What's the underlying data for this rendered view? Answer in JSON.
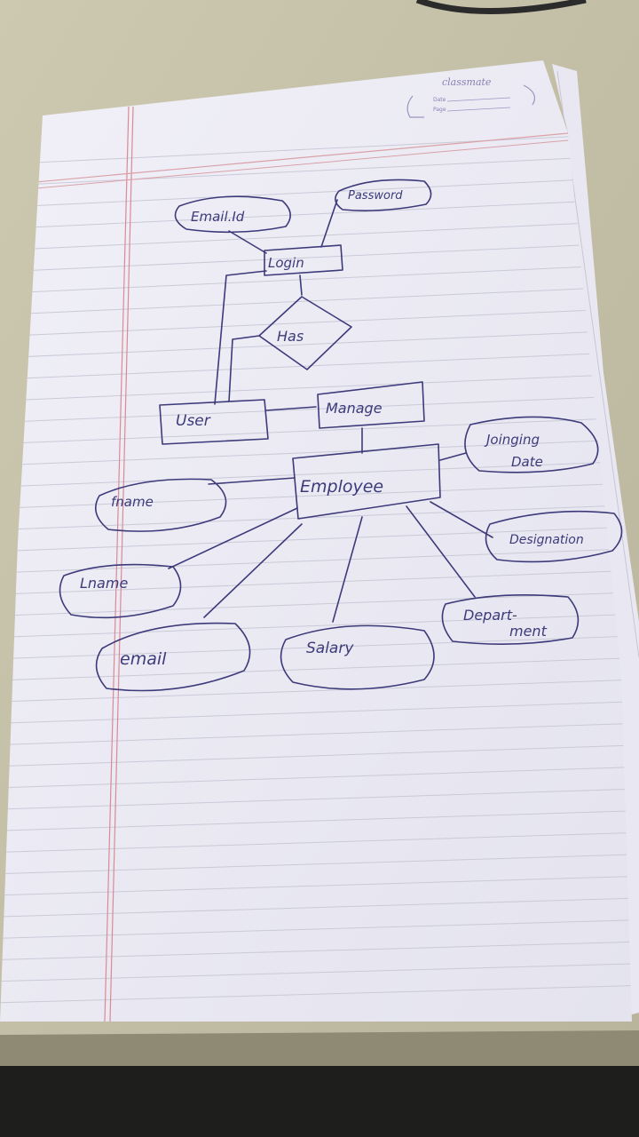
{
  "brand": {
    "logo_text": "classmate",
    "date_label": "Date",
    "page_label": "Page"
  },
  "diagram": {
    "entities": {
      "login": "Login",
      "user": "User",
      "manage": "Manage",
      "employee": "Employee"
    },
    "relationships": {
      "has": "Has"
    },
    "attributes": {
      "email_id": "Email.Id",
      "password": "Password",
      "joining_date_line1": "Joinging",
      "joining_date_line2": "Date",
      "fname": "fname",
      "lname": "Lname",
      "designation": "Designation",
      "department_line1": "Depart-",
      "department_line2": "ment",
      "email": "email",
      "salary": "Salary"
    }
  },
  "colors": {
    "ink": "#3d3a7a",
    "paper": "#eeedf6",
    "rule_line": "#c9cad8",
    "margin_line": "#d98a94",
    "table": "#c7c2a8",
    "background_bottom": "#1e1e1c"
  }
}
